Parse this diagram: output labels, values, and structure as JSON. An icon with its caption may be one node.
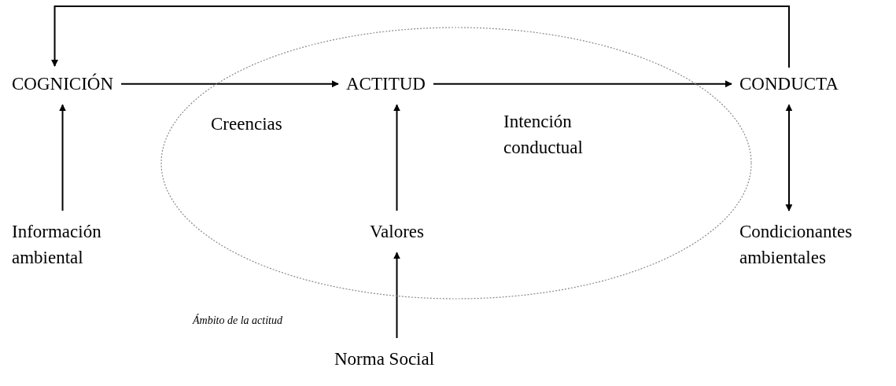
{
  "diagram": {
    "nodes": [
      {
        "text": [
          "COGNICIÓN"
        ]
      },
      {
        "text": [
          "Creencias",
          "Intención conductual"
        ],
        "beside": [
          "Ámbito de la actitud"
        ]
      },
      {
        "text": [
          "ACTITUD"
        ],
        "in": 1
      },
      {
        "text": [
          "CONDUCTA"
        ]
      },
      {
        "text": [
          "Información ambiental"
        ]
      },
      {
        "text": [
          "Valores"
        ],
        "in": 1
      },
      {
        "text": [
          "Condicionantes ambientales"
        ]
      },
      {
        "text": [
          "Norma Social"
        ]
      }
    ],
    "edges": [
      {
        "from": 0,
        "to": 2,
        "arrow": "to"
      },
      {
        "from": 2,
        "to": 3,
        "arrow": "to"
      },
      {
        "from": 3,
        "to": 0,
        "arrow": "to"
      },
      {
        "from": 4,
        "to": 0,
        "arrow": "to"
      },
      {
        "from": 5,
        "to": 2,
        "arrow": "to"
      },
      {
        "from": 7,
        "to": 5,
        "arrow": "to"
      },
      {
        "from": 3,
        "to": 6,
        "arrow": "both"
      }
    ]
  }
}
